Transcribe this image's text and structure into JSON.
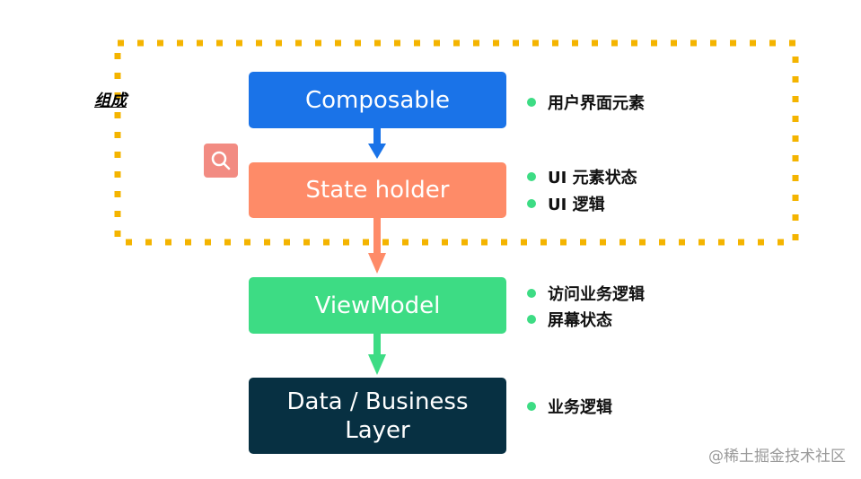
{
  "group": {
    "label": "组成"
  },
  "layers": {
    "composable": {
      "label": "Composable",
      "color": "#1a73e8"
    },
    "state_holder": {
      "label": "State holder",
      "color": "#fe8b68"
    },
    "viewmodel": {
      "label": "ViewModel",
      "color": "#3ddc84"
    },
    "data": {
      "label": "Data / Business\nLayer",
      "color": "#073042"
    }
  },
  "bullets": {
    "composable": [
      "用户界面元素"
    ],
    "state_holder": [
      "UI  元素状态",
      "UI  逻辑"
    ],
    "viewmodel": [
      "访问业务逻辑",
      "屏幕状态"
    ],
    "data": [
      "业务逻辑"
    ]
  },
  "watermark": "@稀土掘金技术社区",
  "colors": {
    "dotted_border": "#f4b400",
    "bullet_dot": "#3ddc84",
    "search_badge": "#f28b82"
  },
  "icons": {
    "search_badge": "search-icon"
  }
}
